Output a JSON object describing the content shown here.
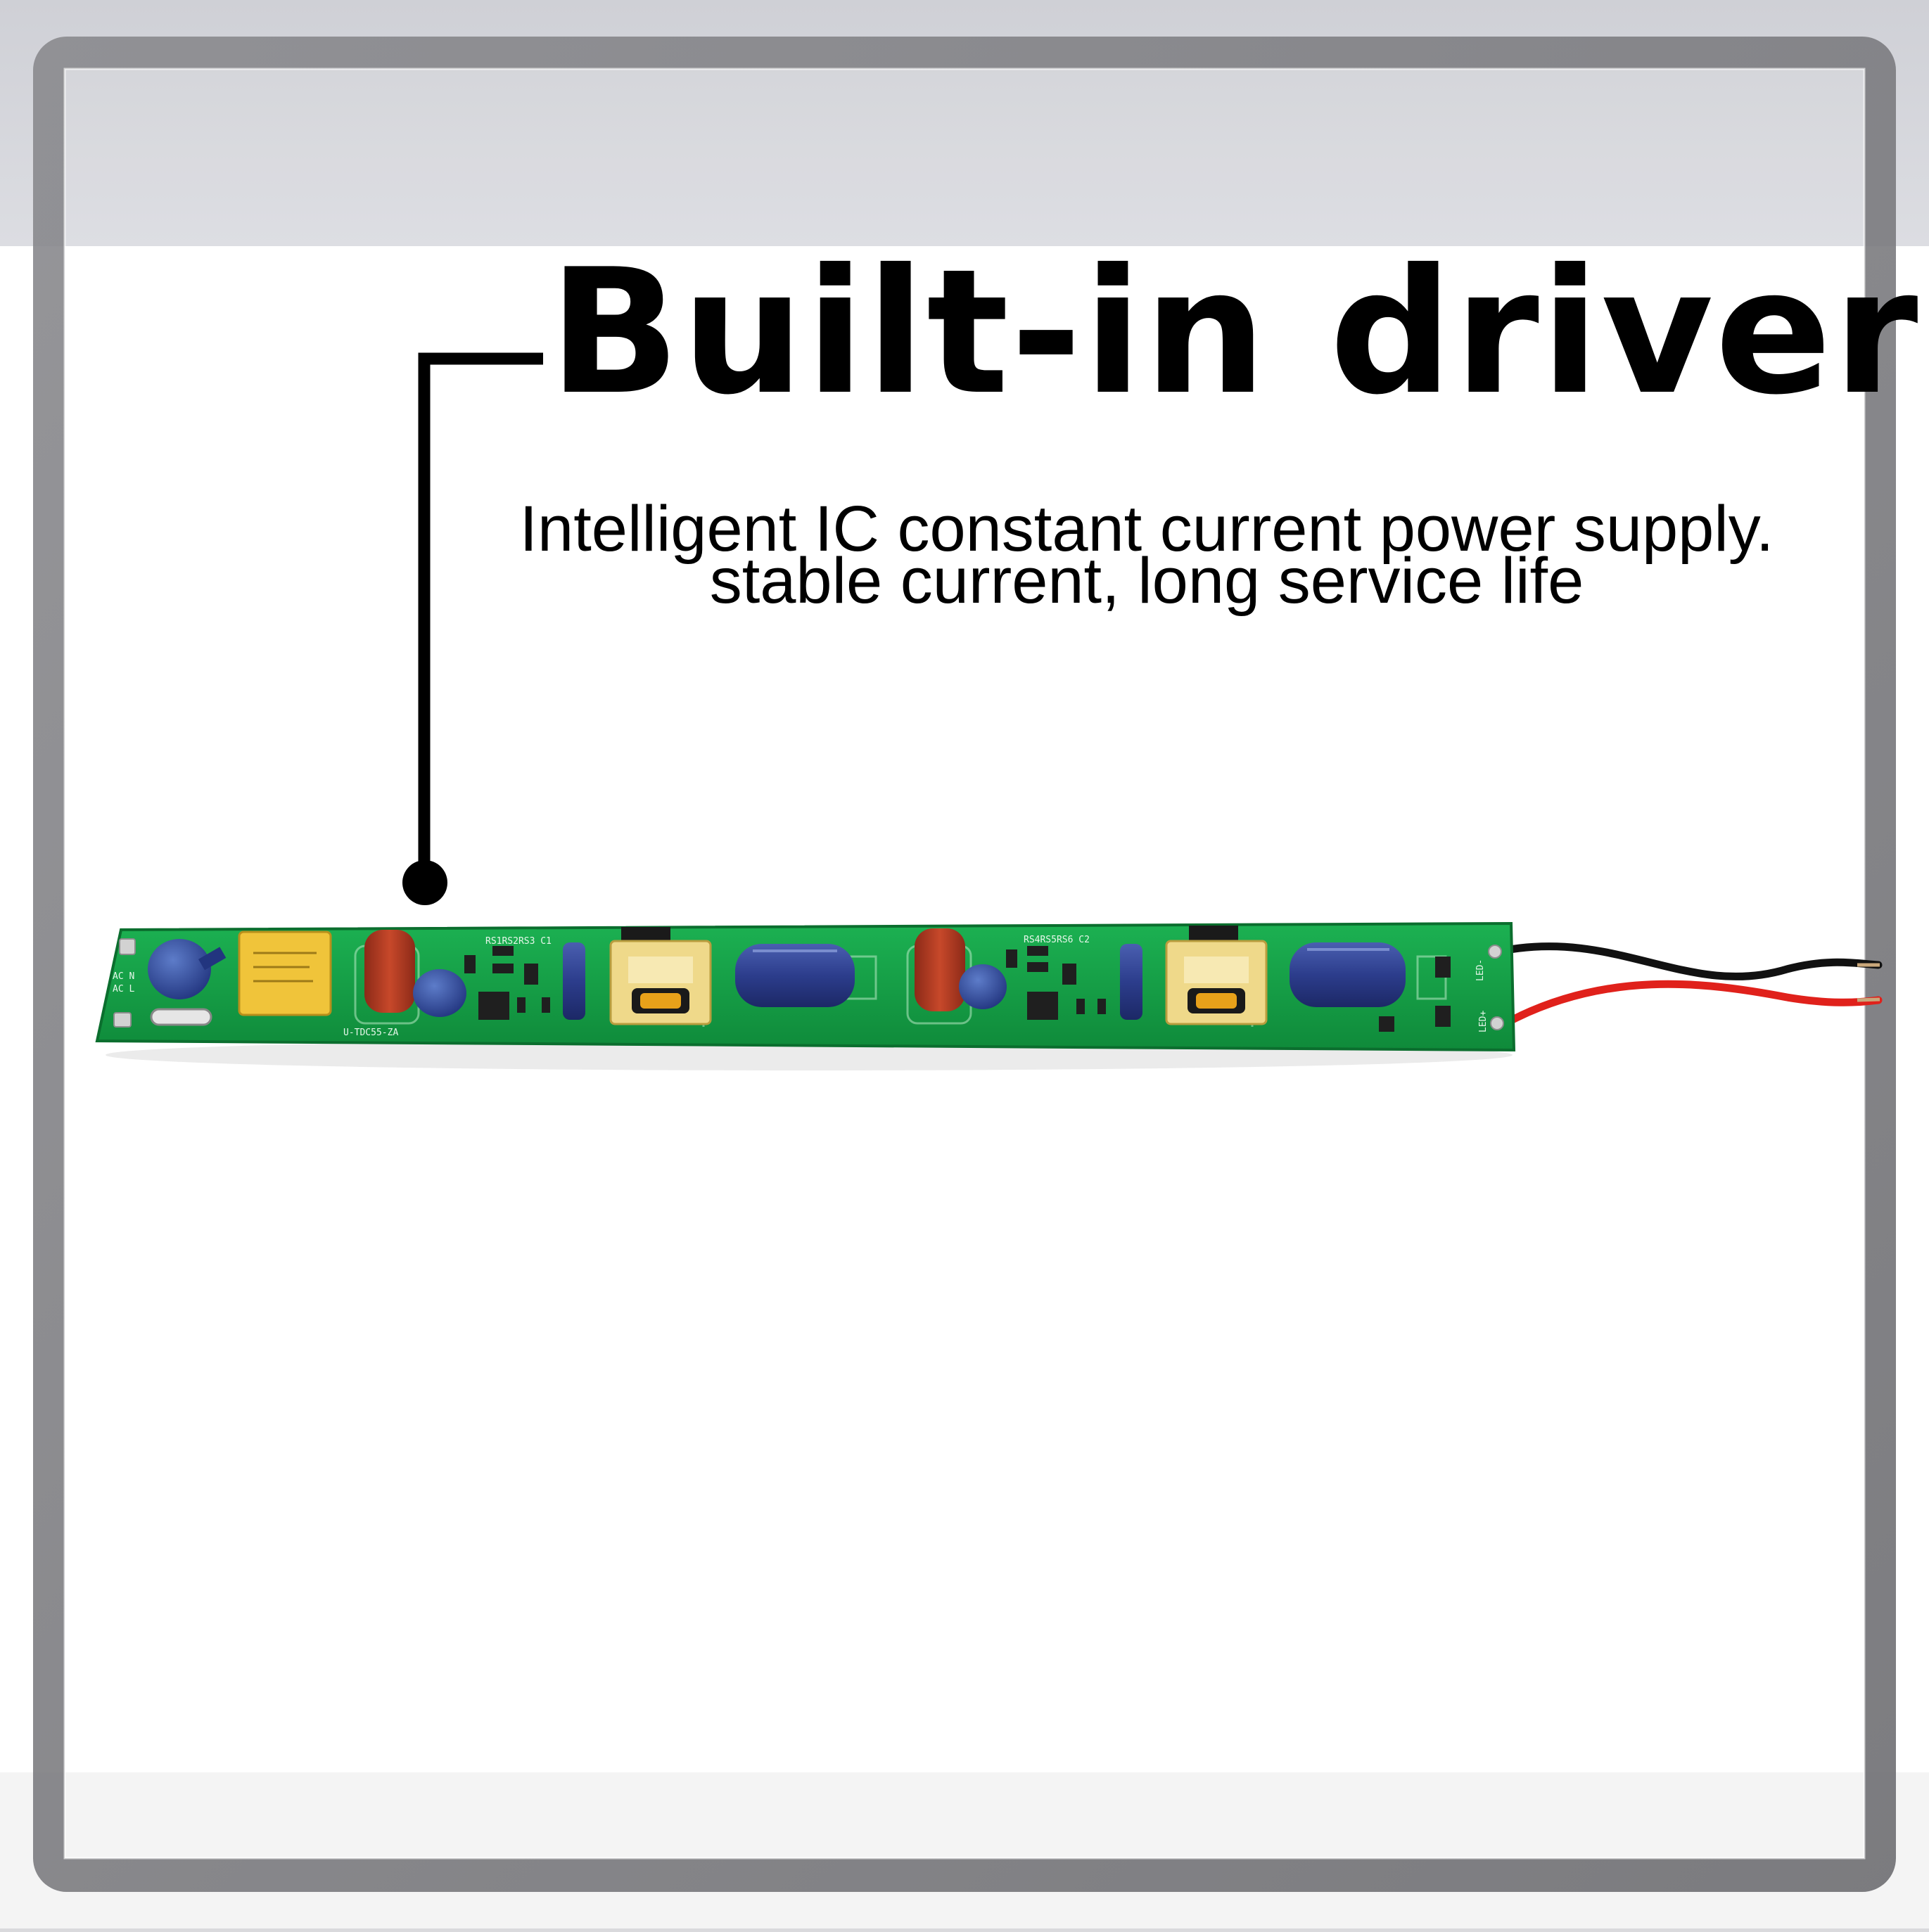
{
  "headline": "Built-in driver",
  "subtitle_line1": "Intelligent IC constant current power supply.",
  "subtitle_line2": "stable current, long service life",
  "pcb_labels": {
    "model": "U-TDC55-ZA",
    "group1": "RS1RS2RS3 C1",
    "group2": "RS4RS5RS6 C2",
    "ac_n": "AC N",
    "ac_l": "AC L",
    "led_minus": "LED-",
    "led_plus": "LED+"
  },
  "colors": {
    "pcb_green": "#14a046",
    "capacitor_blue": "#2c3d8c",
    "transformer_yellow": "#efd98a",
    "film_cap_red": "#b83a22",
    "wire_red": "#e0211b",
    "wire_black": "#111111"
  }
}
